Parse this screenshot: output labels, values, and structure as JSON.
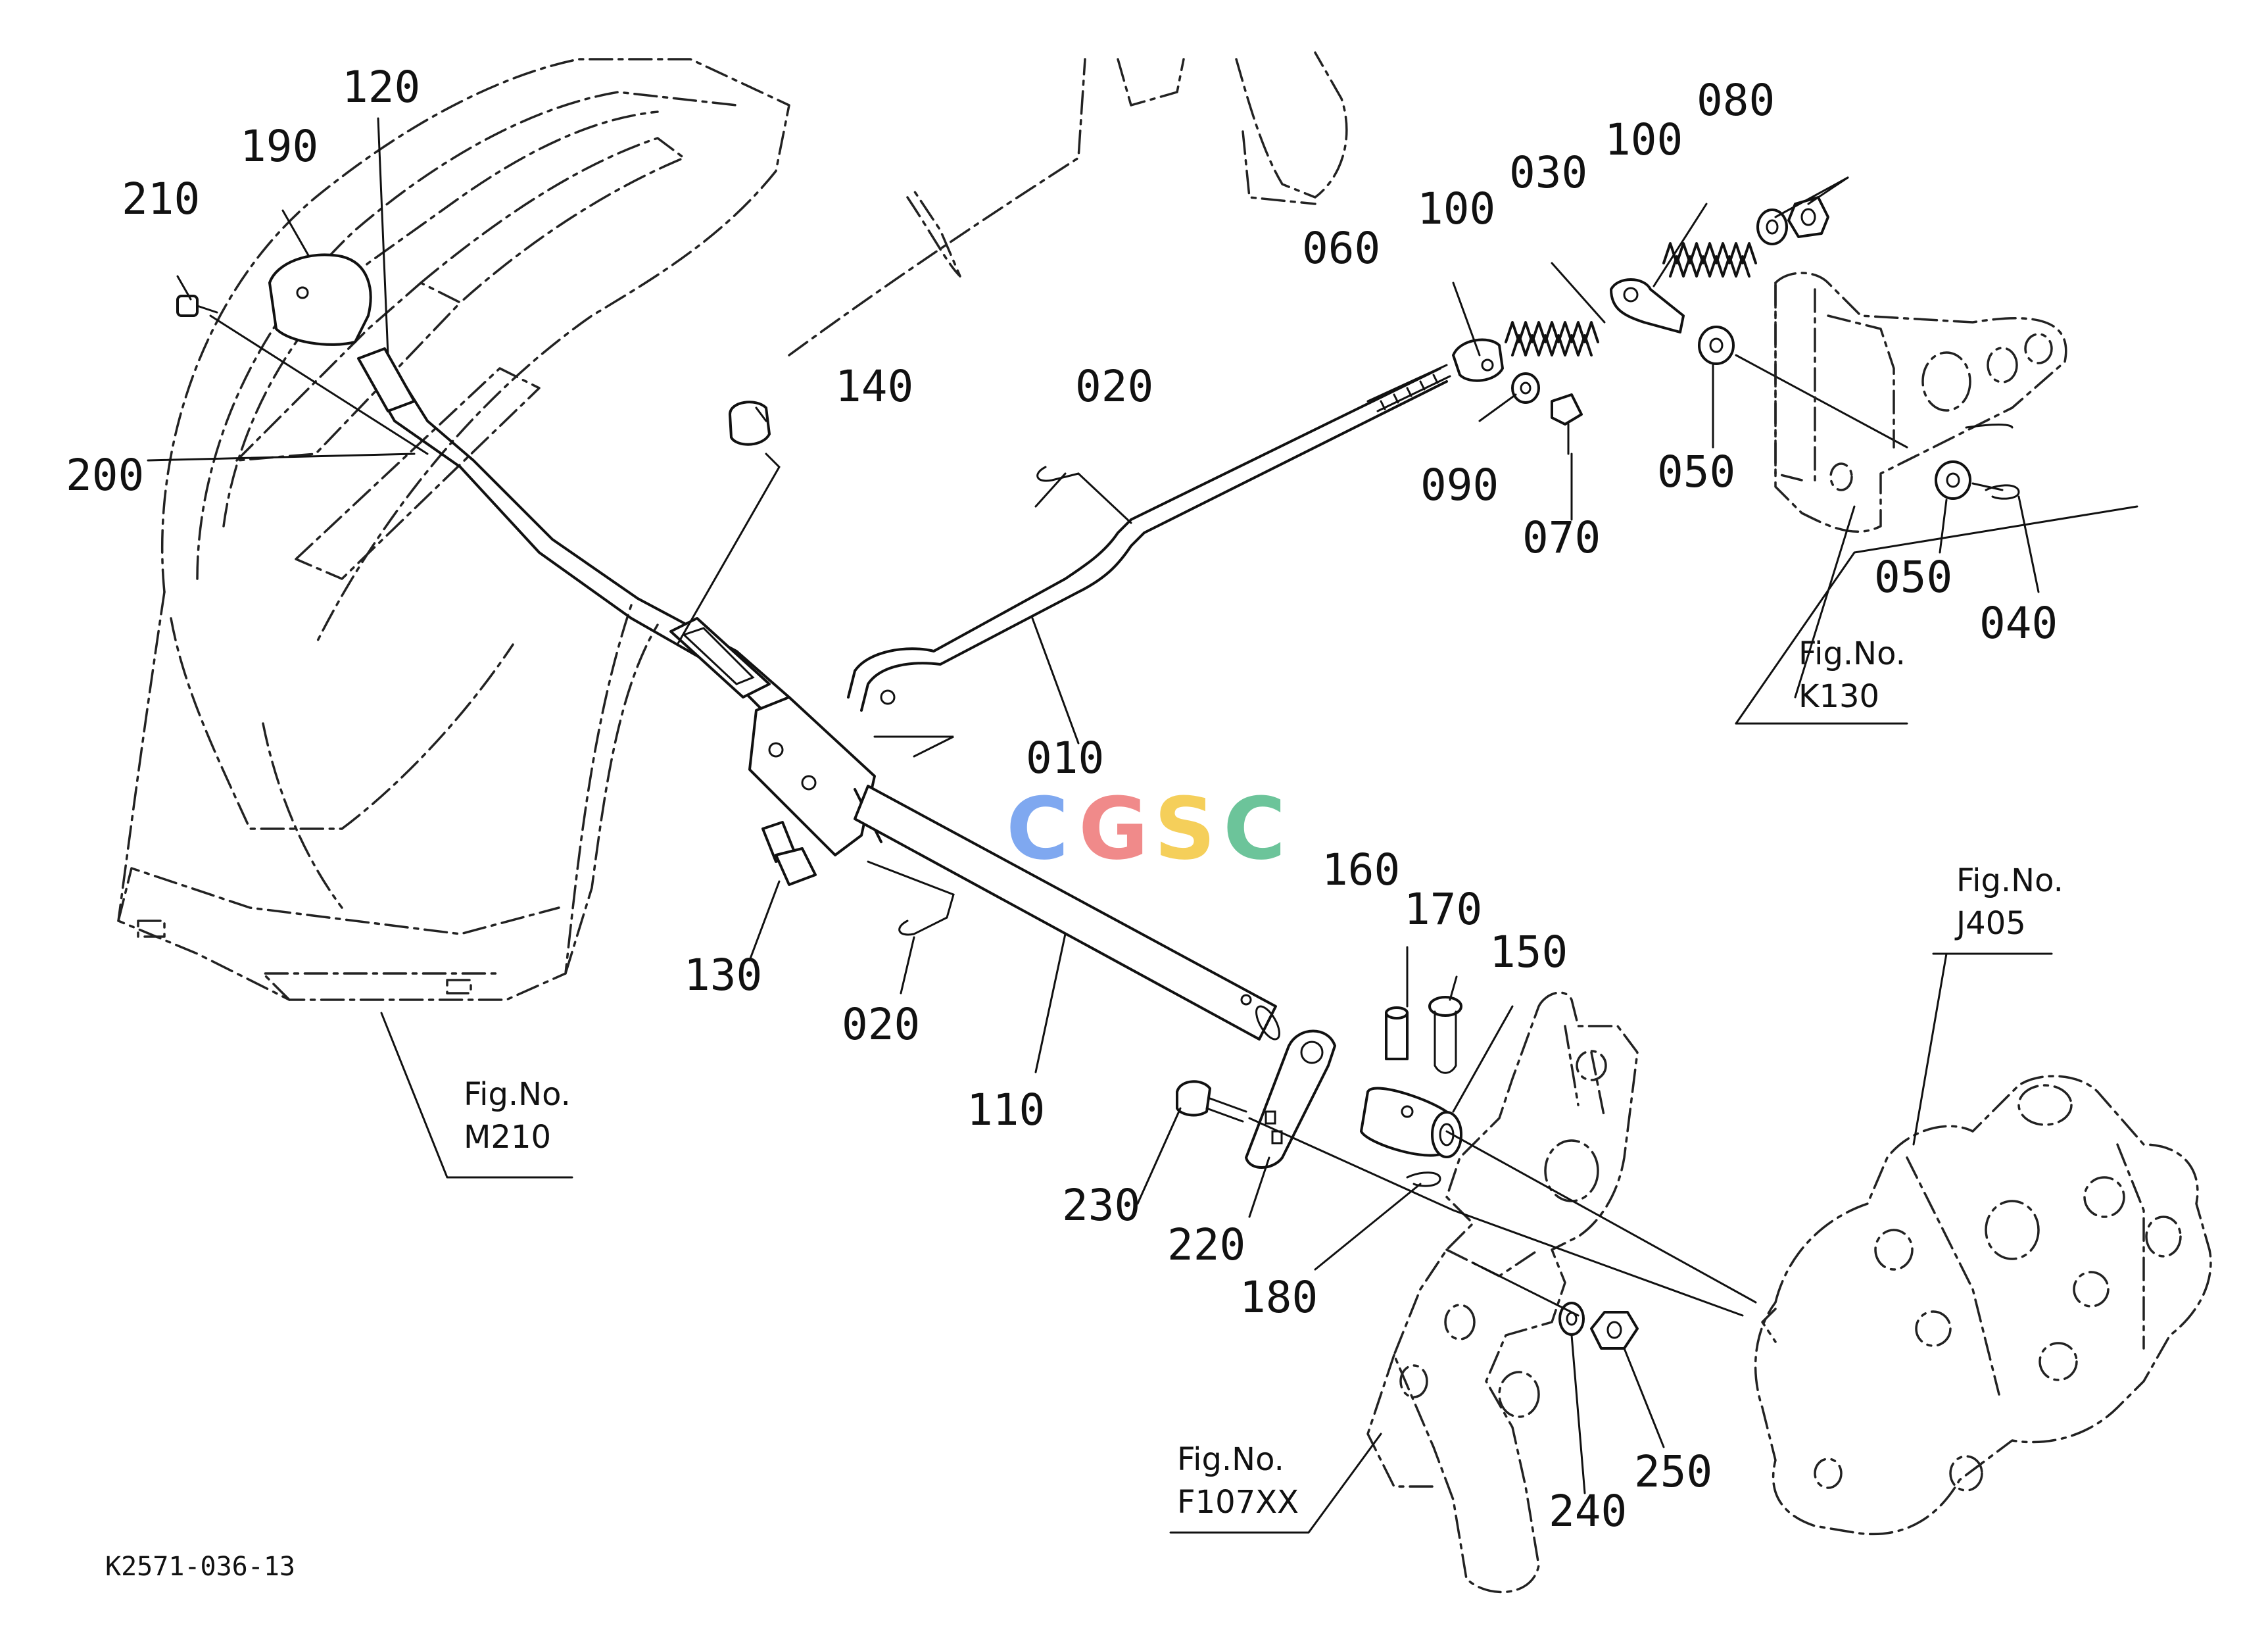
{
  "drawing_code": "K2571-036-13",
  "watermark": {
    "letters": [
      "C",
      "G",
      "S",
      "C"
    ],
    "colors": [
      "#7fa8f0",
      "#f08a8a",
      "#f5cf5a",
      "#6cc49a"
    ]
  },
  "part_labels": {
    "p010": "010",
    "p020a": "020",
    "p020b": "020",
    "p030": "030",
    "p040": "040",
    "p050a": "050",
    "p050b": "050",
    "p060": "060",
    "p070": "070",
    "p080": "080",
    "p090": "090",
    "p100a": "100",
    "p100b": "100",
    "p110": "110",
    "p120": "120",
    "p130": "130",
    "p140": "140",
    "p150": "150",
    "p160": "160",
    "p170": "170",
    "p180": "180",
    "p190": "190",
    "p200": "200",
    "p210": "210",
    "p220": "220",
    "p230": "230",
    "p240": "240",
    "p250": "250"
  },
  "figure_refs": {
    "k130": {
      "line1": "Fig.No.",
      "line2": "K130"
    },
    "m210": {
      "line1": "Fig.No.",
      "line2": "M210"
    },
    "j405": {
      "line1": "Fig.No.",
      "line2": "J405"
    },
    "f107": {
      "line1": "Fig.No.",
      "line2": "F107XX"
    }
  }
}
